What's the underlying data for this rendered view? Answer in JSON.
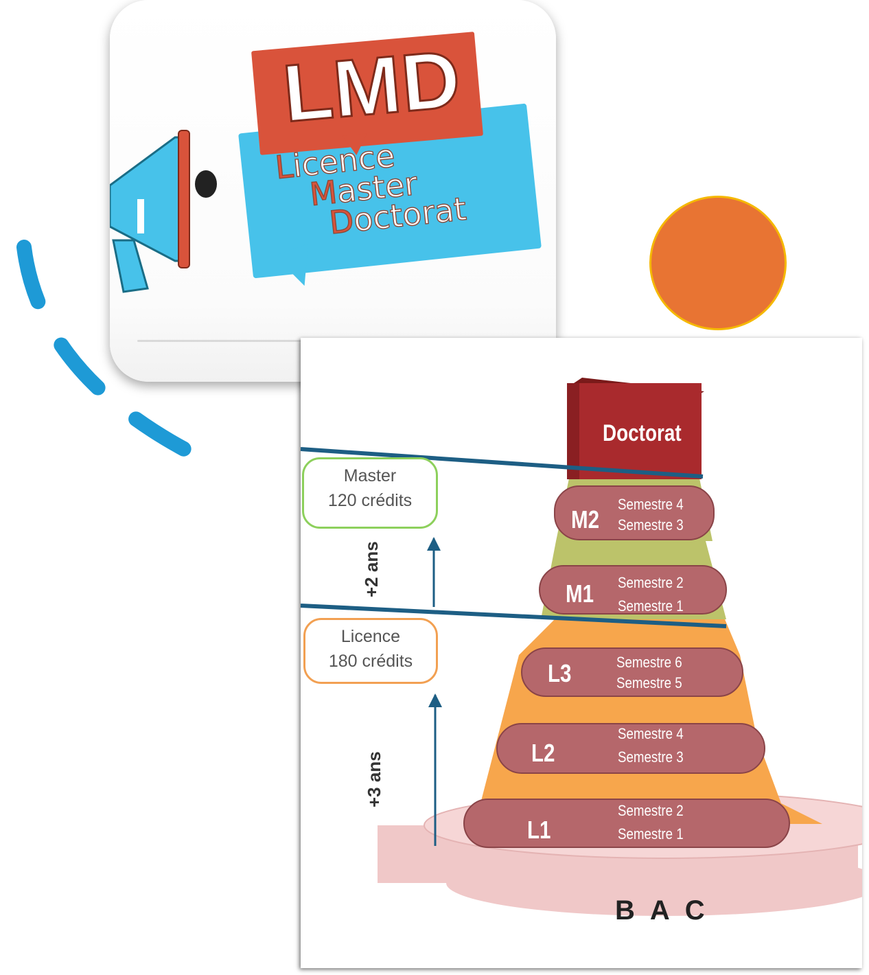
{
  "logo": {
    "acronym": "LMD",
    "words": [
      {
        "initial": "L",
        "rest": "icence"
      },
      {
        "initial": "M",
        "rest": "aster"
      },
      {
        "initial": "D",
        "rest": "octorat"
      }
    ],
    "colors": {
      "red": "#d9533b",
      "blue": "#47c2ea"
    }
  },
  "decor": {
    "dot_color": "#e87433",
    "dot_border": "#f5b800",
    "arc_color": "#1e9ad6"
  },
  "diagram": {
    "top": "Doctorat",
    "levels": [
      {
        "code": "M2",
        "sem_top": "Semestre 4",
        "sem_bottom": "Semestre 3"
      },
      {
        "code": "M1",
        "sem_top": "Semestre 2",
        "sem_bottom": "Semestre 1"
      },
      {
        "code": "L3",
        "sem_top": "Semestre 6",
        "sem_bottom": "Semestre 5"
      },
      {
        "code": "L2",
        "sem_top": "Semestre 4",
        "sem_bottom": "Semestre 3"
      },
      {
        "code": "L1",
        "sem_top": "Semestre 2",
        "sem_bottom": "Semestre 1"
      }
    ],
    "master_box": {
      "line1": "Master",
      "line2": "120 crédits"
    },
    "licence_box": {
      "line1": "Licence",
      "line2": "180 crédits"
    },
    "master_years": "+2 ans",
    "licence_years": "+3 ans",
    "base": "BAC"
  }
}
